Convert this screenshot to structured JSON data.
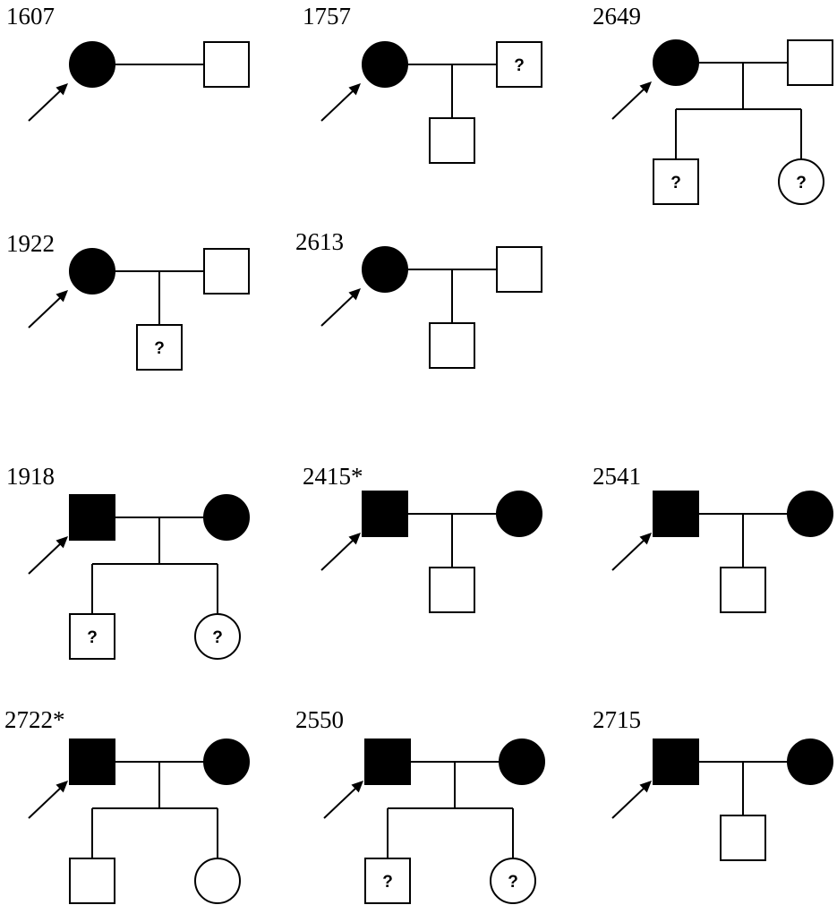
{
  "colors": {
    "affected": "#000000",
    "unaffected": "#ffffff",
    "line": "#000000"
  },
  "families": [
    {
      "id": "1607",
      "parents": [
        {
          "sex": "female",
          "affected": true,
          "proband": true
        },
        {
          "sex": "male",
          "affected": false
        }
      ],
      "children": []
    },
    {
      "id": "1757",
      "parents": [
        {
          "sex": "female",
          "affected": true,
          "proband": true
        },
        {
          "sex": "male",
          "affected": false,
          "unknown": true
        }
      ],
      "children": [
        {
          "sex": "male",
          "affected": false
        }
      ]
    },
    {
      "id": "2649",
      "parents": [
        {
          "sex": "female",
          "affected": true,
          "proband": true
        },
        {
          "sex": "male",
          "affected": false
        }
      ],
      "children": [
        {
          "sex": "male",
          "affected": false,
          "unknown": true
        },
        {
          "sex": "female",
          "affected": false,
          "unknown": true
        }
      ]
    },
    {
      "id": "1922",
      "parents": [
        {
          "sex": "female",
          "affected": true,
          "proband": true
        },
        {
          "sex": "male",
          "affected": false
        }
      ],
      "children": [
        {
          "sex": "male",
          "affected": false,
          "unknown": true
        }
      ]
    },
    {
      "id": "2613",
      "parents": [
        {
          "sex": "female",
          "affected": true,
          "proband": true
        },
        {
          "sex": "male",
          "affected": false
        }
      ],
      "children": [
        {
          "sex": "male",
          "affected": false
        }
      ]
    },
    {
      "id": "1918",
      "parents": [
        {
          "sex": "male",
          "affected": true,
          "proband": true
        },
        {
          "sex": "female",
          "affected": true
        }
      ],
      "children": [
        {
          "sex": "male",
          "affected": false,
          "unknown": true
        },
        {
          "sex": "female",
          "affected": false,
          "unknown": true
        }
      ]
    },
    {
      "id": "2415*",
      "parents": [
        {
          "sex": "male",
          "affected": true,
          "proband": true
        },
        {
          "sex": "female",
          "affected": true
        }
      ],
      "children": [
        {
          "sex": "male",
          "affected": false
        }
      ]
    },
    {
      "id": "2541",
      "parents": [
        {
          "sex": "male",
          "affected": true,
          "proband": true
        },
        {
          "sex": "female",
          "affected": true
        }
      ],
      "children": [
        {
          "sex": "male",
          "affected": false
        }
      ]
    },
    {
      "id": "2722*",
      "parents": [
        {
          "sex": "male",
          "affected": true,
          "proband": true
        },
        {
          "sex": "female",
          "affected": true
        }
      ],
      "children": [
        {
          "sex": "male",
          "affected": false
        },
        {
          "sex": "female",
          "affected": false
        }
      ]
    },
    {
      "id": "2550",
      "parents": [
        {
          "sex": "male",
          "affected": true,
          "proband": true
        },
        {
          "sex": "female",
          "affected": true
        }
      ],
      "children": [
        {
          "sex": "male",
          "affected": false,
          "unknown": true
        },
        {
          "sex": "female",
          "affected": false,
          "unknown": true
        }
      ]
    },
    {
      "id": "2715",
      "parents": [
        {
          "sex": "male",
          "affected": true,
          "proband": true
        },
        {
          "sex": "female",
          "affected": true
        }
      ],
      "children": [
        {
          "sex": "male",
          "affected": false
        }
      ]
    }
  ],
  "unknown_mark": "?"
}
